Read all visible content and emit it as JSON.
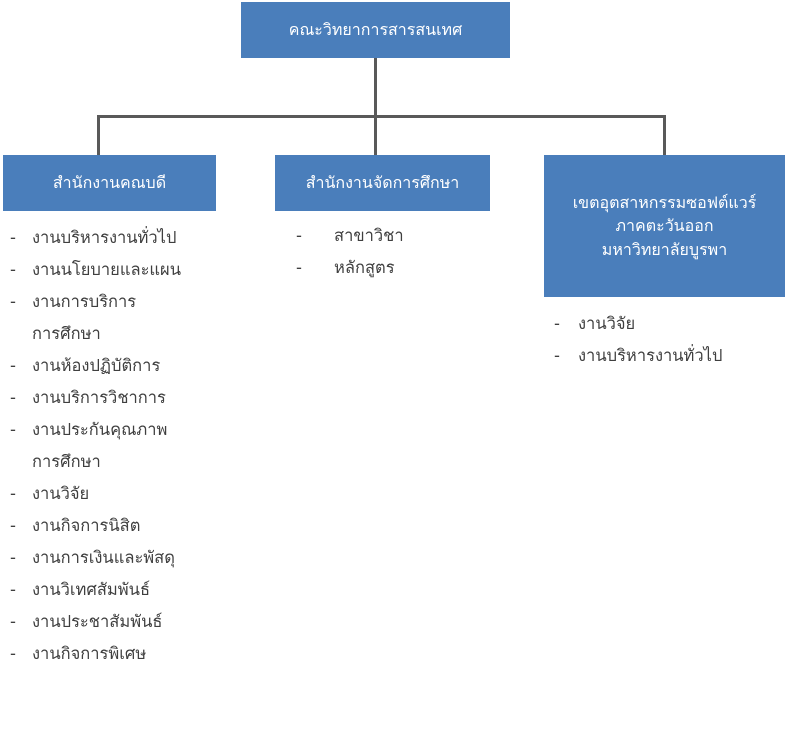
{
  "colors": {
    "box_fill": "#4a7ebb",
    "box_text": "#ffffff",
    "connector": "#595959",
    "list_text": "#3f3f3f",
    "background": "#ffffff"
  },
  "chart_data": {
    "type": "diagram",
    "subtype": "organizational-chart",
    "orientation": "top-down",
    "levels": 2,
    "root": {
      "label": "คณะวิทยาการสารสนเทศ"
    },
    "children": [
      {
        "id": "dean-office",
        "label": "สำนักงานคณบดี",
        "items": [
          "งานบริหารงานทั่วไป",
          "งานนโยบายและแผน",
          "งานการบริการ",
          "งานห้องปฏิบัติการ",
          "งานบริการวิชาการ",
          "งานประกันคุณภาพ",
          "งานวิจัย",
          "งานกิจการนิสิต",
          "งานการเงินและพัสดุ",
          "งานวิเทศสัมพันธ์",
          "งานประชาสัมพันธ์",
          "งานกิจการพิเศษ"
        ]
      },
      {
        "id": "education-office",
        "label": "สำนักงานจัดการศึกษา",
        "items": [
          "สาขาวิชา",
          "หลักสูตร"
        ]
      },
      {
        "id": "software-park",
        "label": "เขตอุตสาหกรรมซอฟต์แวร์ ภาคตะวันออก มหาวิทยาลัยบูรพา",
        "items": [
          "งานวิจัย",
          "งานบริหารงานทั่วไป"
        ]
      }
    ]
  },
  "root_node": {
    "title": "คณะวิทยาการสารสนเทศ"
  },
  "nodes": {
    "dean_office": {
      "title": "สำนักงานคณบดี"
    },
    "education_office": {
      "title": "สำนักงานจัดการศึกษา"
    },
    "software_park": {
      "line1": "เขตอุตสาหกรรมซอฟต์แวร์",
      "line2": "ภาคตะวันออก",
      "line3": "มหาวิทยาลัยบูรพา"
    }
  },
  "bullet": "-",
  "dean_office_list": [
    {
      "text": "งานบริหารงานทั่วไป",
      "continuation": ""
    },
    {
      "text": "งานนโยบายและแผน",
      "continuation": ""
    },
    {
      "text": "งานการบริการ",
      "continuation": "การศึกษา"
    },
    {
      "text": "งานห้องปฏิบัติการ",
      "continuation": ""
    },
    {
      "text": "งานบริการวิชาการ",
      "continuation": ""
    },
    {
      "text": "งานประกันคุณภาพ",
      "continuation": "การศึกษา"
    },
    {
      "text": "งานวิจัย",
      "continuation": ""
    },
    {
      "text": "งานกิจการนิสิต",
      "continuation": ""
    },
    {
      "text": "งานการเงินและพัสดุ",
      "continuation": ""
    },
    {
      "text": "งานวิเทศสัมพันธ์",
      "continuation": ""
    },
    {
      "text": "งานประชาสัมพันธ์",
      "continuation": ""
    },
    {
      "text": "งานกิจการพิเศษ",
      "continuation": ""
    }
  ],
  "education_office_list": [
    {
      "text": "สาขาวิชา"
    },
    {
      "text": "หลักสูตร"
    }
  ],
  "software_park_list": [
    {
      "text": "งานวิจัย"
    },
    {
      "text": "งานบริหารงานทั่วไป"
    }
  ]
}
